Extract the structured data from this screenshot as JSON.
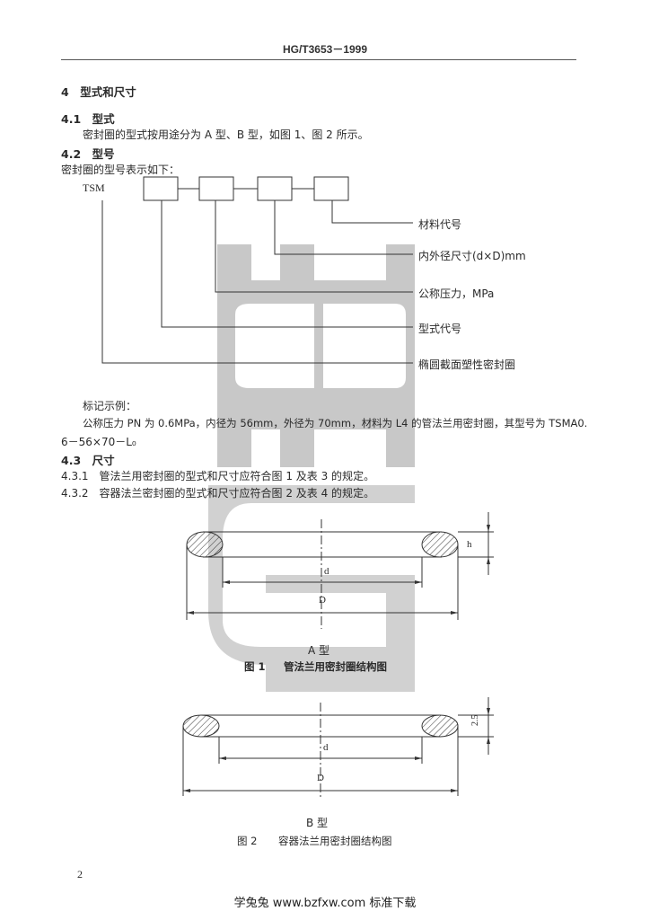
{
  "header": {
    "doc_code": "HG/T3653－1999"
  },
  "section4": {
    "title": "4　型式和尺寸"
  },
  "s41": {
    "heading": "4.1　型式",
    "text": "密封圈的型式按用途分为 A 型、B 型，如图 1、图 2 所示。"
  },
  "s42": {
    "heading": "4.2　型号",
    "intro": "密封圈的型号表示如下：",
    "prefix": "TSM",
    "labels": [
      "材料代号",
      "内外径尺寸(d×D)mm",
      "公称压力，MPa",
      "型式代号",
      "椭圆截面塑性密封圈"
    ],
    "example_title": "标记示例：",
    "example_line1": "公称压力 PN 为 0.6MPa，内径为 56mm，外径为 70mm，材料为 L4 的管法兰用密封圈，其型号为 TSMA0.",
    "example_line2": "6－56×70－L₀"
  },
  "s43": {
    "heading": "4.3　尺寸",
    "s431": "4.3.1　管法兰用密封圈的型式和尺寸应符合图 1 及表 3 的规定。",
    "s432": "4.3.2　容器法兰密封圈的型式和尺寸应符合图 2 及表 4 的规定。"
  },
  "fig1": {
    "dim_d": "d",
    "dim_D": "D",
    "dim_h": "h",
    "type": "A 型",
    "caption_num": "图 1",
    "caption": "管法兰用密封圈结构图"
  },
  "fig2": {
    "dim_d": "d",
    "dim_D": "D",
    "dim_h": "2.5",
    "type": "B 型",
    "caption_num": "图 2",
    "caption": "容器法兰用密封圈结构图"
  },
  "page_number": "2",
  "footer": "学兔兔 www.bzfxw.com 标准下载"
}
